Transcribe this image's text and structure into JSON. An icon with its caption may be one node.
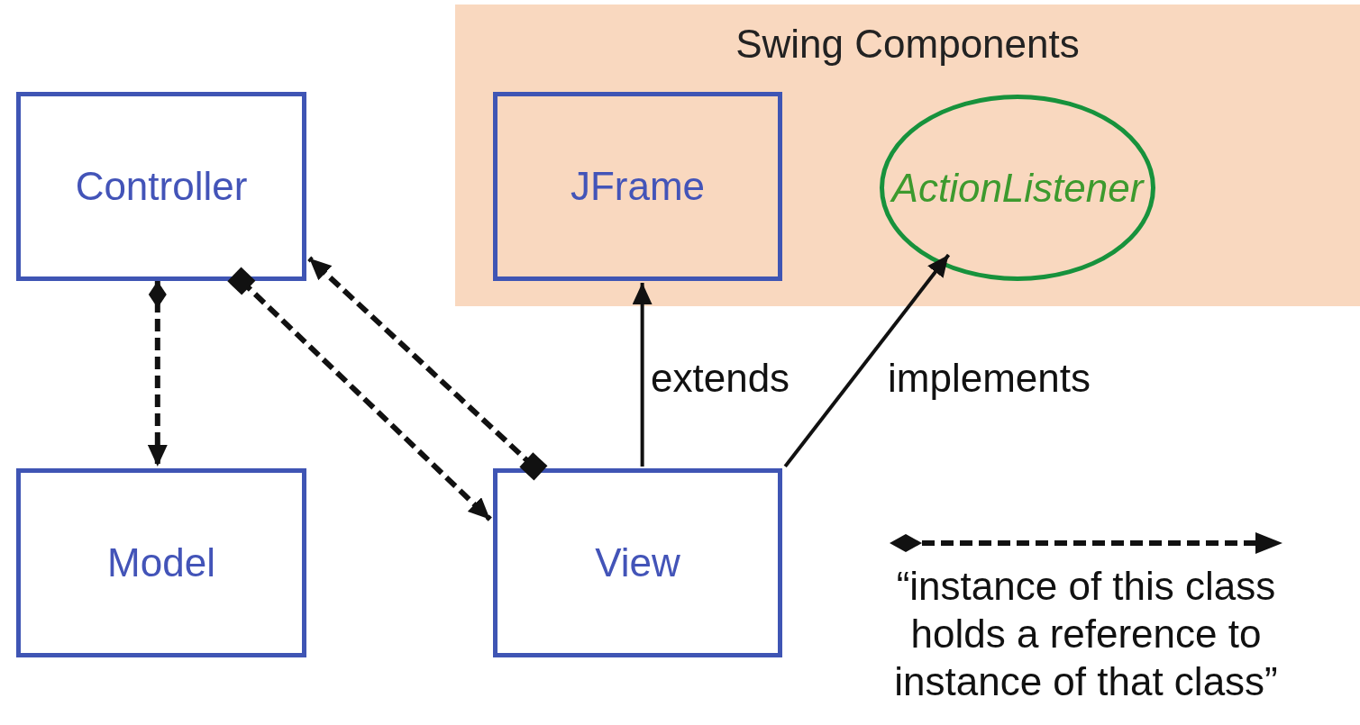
{
  "diagram": {
    "nodes": [
      {
        "text": [
          "Swing Components"
        ]
      },
      {
        "text": [
          "Controller"
        ]
      },
      {
        "text": [
          "JFrame"
        ],
        "in": 0
      },
      {
        "text": [
          "ActionListener"
        ],
        "in": 0
      },
      {
        "text": [
          "Model"
        ]
      },
      {
        "text": [
          "View"
        ]
      }
    ],
    "edges": [
      {
        "from": 1,
        "to": 4,
        "arrow": "to",
        "style": "dashed"
      },
      {
        "from": 1,
        "to": 5,
        "arrow": "to",
        "style": "dashed"
      },
      {
        "from": 5,
        "to": 1,
        "arrow": "to",
        "style": "dashed"
      },
      {
        "from": 5,
        "to": 2,
        "arrow": "to",
        "label": "extends"
      },
      {
        "from": 5,
        "to": 3,
        "arrow": "to",
        "label": "implements"
      }
    ],
    "legend": [
      {
        "text": "“instance of this class holds a reference to instance of that class”"
      }
    ]
  }
}
